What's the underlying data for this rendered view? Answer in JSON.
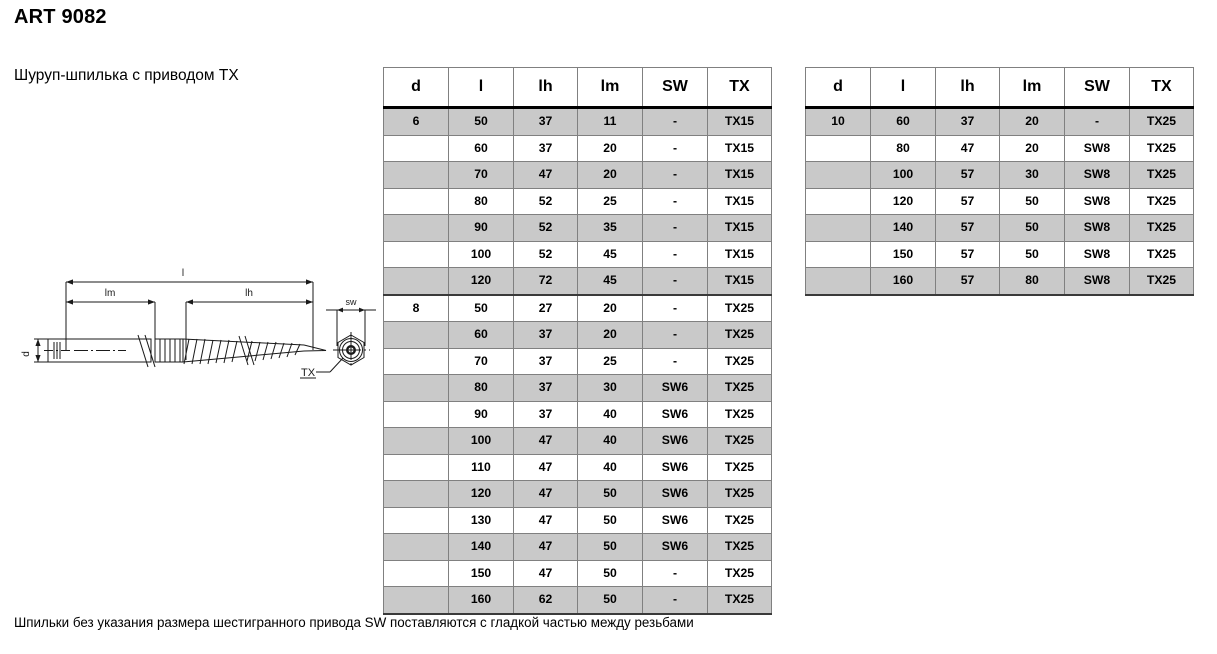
{
  "page": {
    "title": "ART 9082",
    "subtitle": "Шуруп-шпилька с приводом TX",
    "footnote": "Шпильки без указания размера шестигранного привода SW поставляются с гладкой частью между резьбами",
    "colors": {
      "shaded_row": "#c9c9c9",
      "row_border": "#808080",
      "header_rule": "#000000",
      "text": "#000000",
      "background": "#ffffff"
    }
  },
  "drawing": {
    "name": "threaded-stud-screw-technical-drawing",
    "labels": {
      "total_length": "l",
      "metric_thread_length": "lm",
      "wood_thread_length": "lh",
      "diameter": "d",
      "hex_drive": "sw",
      "torx_drive": "TX"
    }
  },
  "tables": [
    {
      "id": "table-1",
      "name": "specification-table-d6-d8",
      "columns": [
        "d",
        "l",
        "lh",
        "lm",
        "SW",
        "TX"
      ],
      "rows": [
        {
          "d": "6",
          "l": "50",
          "lh": "37",
          "lm": "11",
          "sw": "-",
          "tx": "TX15",
          "group_start": true
        },
        {
          "d": "",
          "l": "60",
          "lh": "37",
          "lm": "20",
          "sw": "-",
          "tx": "TX15",
          "group_start": false
        },
        {
          "d": "",
          "l": "70",
          "lh": "47",
          "lm": "20",
          "sw": "-",
          "tx": "TX15",
          "group_start": false
        },
        {
          "d": "",
          "l": "80",
          "lh": "52",
          "lm": "25",
          "sw": "-",
          "tx": "TX15",
          "group_start": false
        },
        {
          "d": "",
          "l": "90",
          "lh": "52",
          "lm": "35",
          "sw": "-",
          "tx": "TX15",
          "group_start": false
        },
        {
          "d": "",
          "l": "100",
          "lh": "52",
          "lm": "45",
          "sw": "-",
          "tx": "TX15",
          "group_start": false
        },
        {
          "d": "",
          "l": "120",
          "lh": "72",
          "lm": "45",
          "sw": "-",
          "tx": "TX15",
          "group_start": false
        },
        {
          "d": "8",
          "l": "50",
          "lh": "27",
          "lm": "20",
          "sw": "-",
          "tx": "TX25",
          "group_start": true
        },
        {
          "d": "",
          "l": "60",
          "lh": "37",
          "lm": "20",
          "sw": "-",
          "tx": "TX25",
          "group_start": false
        },
        {
          "d": "",
          "l": "70",
          "lh": "37",
          "lm": "25",
          "sw": "-",
          "tx": "TX25",
          "group_start": false
        },
        {
          "d": "",
          "l": "80",
          "lh": "37",
          "lm": "30",
          "sw": "SW6",
          "tx": "TX25",
          "group_start": false
        },
        {
          "d": "",
          "l": "90",
          "lh": "37",
          "lm": "40",
          "sw": "SW6",
          "tx": "TX25",
          "group_start": false
        },
        {
          "d": "",
          "l": "100",
          "lh": "47",
          "lm": "40",
          "sw": "SW6",
          "tx": "TX25",
          "group_start": false
        },
        {
          "d": "",
          "l": "110",
          "lh": "47",
          "lm": "40",
          "sw": "SW6",
          "tx": "TX25",
          "group_start": false
        },
        {
          "d": "",
          "l": "120",
          "lh": "47",
          "lm": "50",
          "sw": "SW6",
          "tx": "TX25",
          "group_start": false
        },
        {
          "d": "",
          "l": "130",
          "lh": "47",
          "lm": "50",
          "sw": "SW6",
          "tx": "TX25",
          "group_start": false
        },
        {
          "d": "",
          "l": "140",
          "lh": "47",
          "lm": "50",
          "sw": "SW6",
          "tx": "TX25",
          "group_start": false
        },
        {
          "d": "",
          "l": "150",
          "lh": "47",
          "lm": "50",
          "sw": "-",
          "tx": "TX25",
          "group_start": false
        },
        {
          "d": "",
          "l": "160",
          "lh": "62",
          "lm": "50",
          "sw": "-",
          "tx": "TX25",
          "group_start": false
        }
      ]
    },
    {
      "id": "table-2",
      "name": "specification-table-d10",
      "columns": [
        "d",
        "l",
        "lh",
        "lm",
        "SW",
        "TX"
      ],
      "rows": [
        {
          "d": "10",
          "l": "60",
          "lh": "37",
          "lm": "20",
          "sw": "-",
          "tx": "TX25",
          "group_start": true
        },
        {
          "d": "",
          "l": "80",
          "lh": "47",
          "lm": "20",
          "sw": "SW8",
          "tx": "TX25",
          "group_start": false
        },
        {
          "d": "",
          "l": "100",
          "lh": "57",
          "lm": "30",
          "sw": "SW8",
          "tx": "TX25",
          "group_start": false
        },
        {
          "d": "",
          "l": "120",
          "lh": "57",
          "lm": "50",
          "sw": "SW8",
          "tx": "TX25",
          "group_start": false
        },
        {
          "d": "",
          "l": "140",
          "lh": "57",
          "lm": "50",
          "sw": "SW8",
          "tx": "TX25",
          "group_start": false
        },
        {
          "d": "",
          "l": "150",
          "lh": "57",
          "lm": "50",
          "sw": "SW8",
          "tx": "TX25",
          "group_start": false
        },
        {
          "d": "",
          "l": "160",
          "lh": "57",
          "lm": "80",
          "sw": "SW8",
          "tx": "TX25",
          "group_start": false
        }
      ]
    }
  ]
}
